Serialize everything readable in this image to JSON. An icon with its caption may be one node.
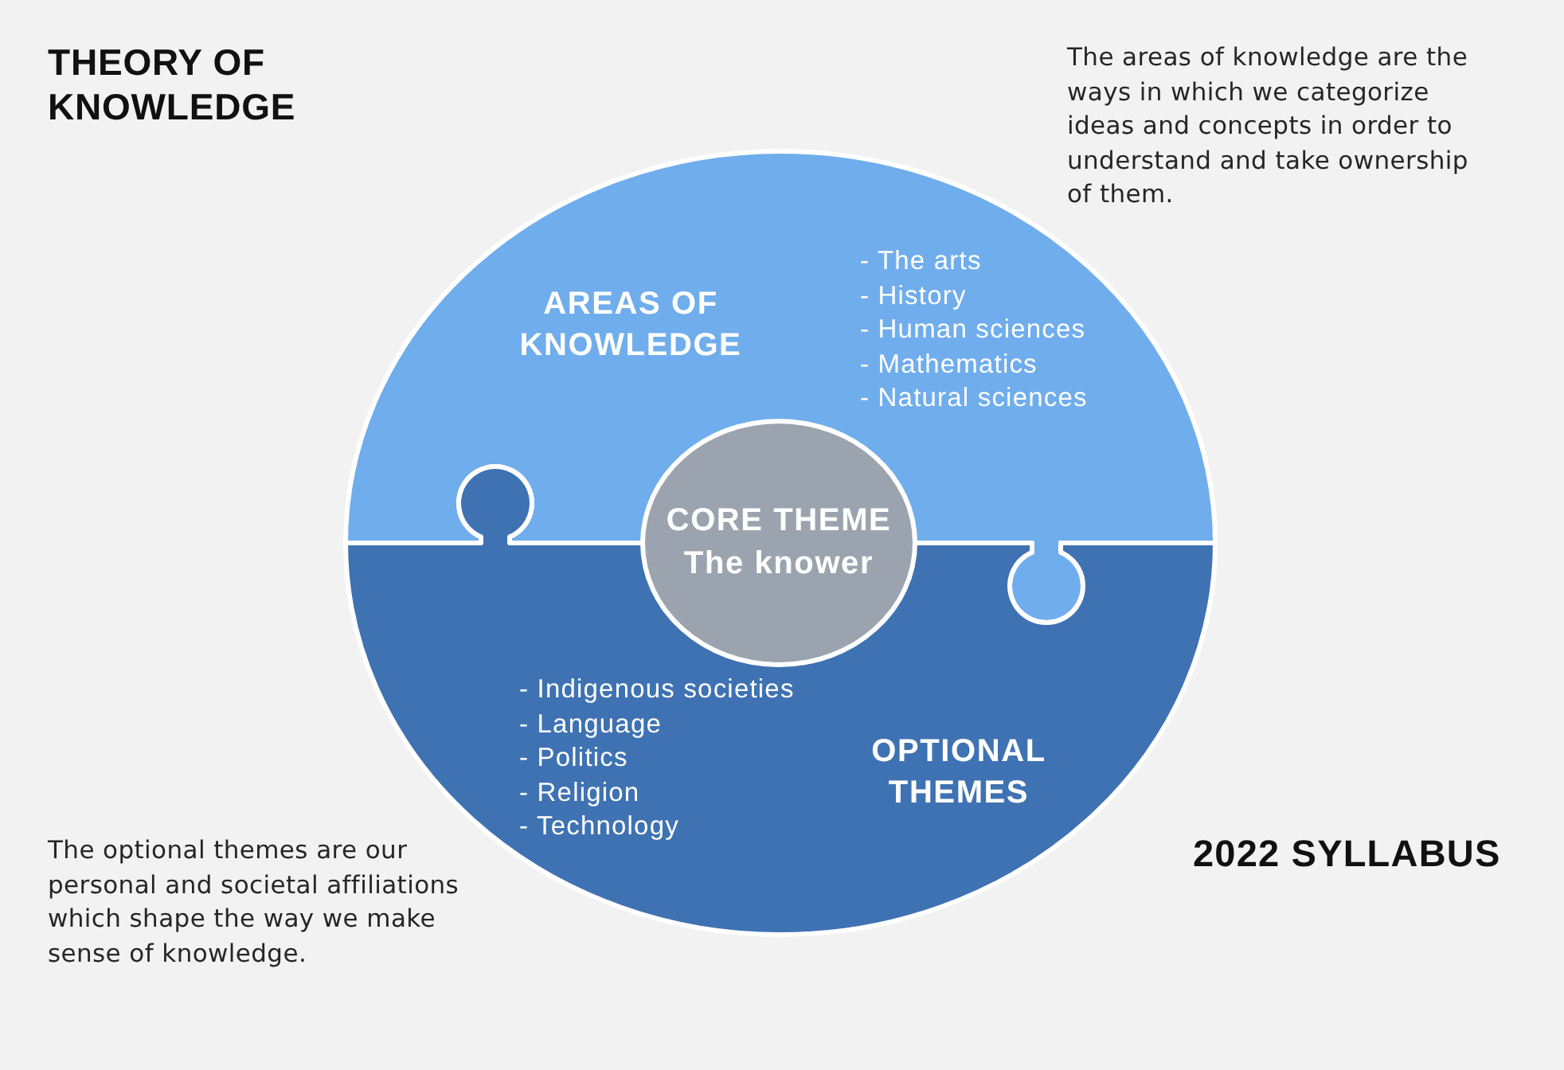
{
  "diagram": {
    "title": "THEORY OF KNOWLEDGE",
    "nodes": [
      {
        "text": [
          "AREAS OF KNOWLEDGE",
          "- The arts",
          "- History",
          "- Human sciences",
          "- Mathematics",
          "- Natural sciences"
        ]
      },
      {
        "text": [
          "CORE THEME",
          "The knower"
        ]
      },
      {
        "text": [
          "OPTIONAL THEMES",
          "- Indigenous societies",
          "- Language",
          "- Politics",
          "- Religion",
          "- Technology"
        ]
      }
    ],
    "labels": [
      "The areas of knowledge are the ways in which we categorize ideas and concepts in order to understand and take ownership of them.",
      "The optional themes are our personal and societal affiliations which shape the way we make sense of knowledge.",
      "2022 SYLLABUS"
    ]
  }
}
